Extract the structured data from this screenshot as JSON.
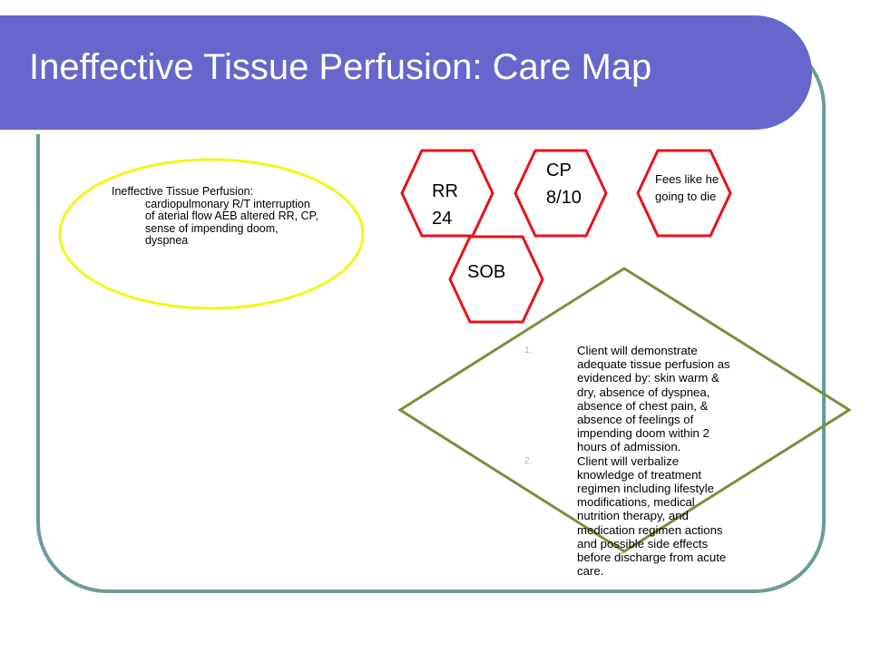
{
  "title": "Ineffective Tissue Perfusion: Care Map",
  "diagnosis": {
    "line1": "Ineffective Tissue Perfusion:",
    "rest": "cardiopulmonary R/T interruption of aterial flow AEB altered RR, CP, sense of impending doom, dyspnea"
  },
  "symptoms": {
    "rr": "RR 24",
    "cp": "CP 8/10",
    "feeling": "Fees like he going to die",
    "sob": "SOB"
  },
  "outcomes": [
    {
      "number": "1.",
      "text": "Client will demonstrate adequate tissue perfusion as evidenced by: skin warm & dry, absence of dyspnea, absence of chest pain, & absence of feelings of impending doom within 2 hours of admission."
    },
    {
      "number": "2.",
      "text": "Client will verbalize knowledge of treatment regimen including lifestyle modifications, medical nutrition therapy, and medication regimen actions and possible side effects before discharge from acute care."
    }
  ],
  "colors": {
    "title_bar": "#6666cc",
    "frame": "#6c9b9b",
    "diagnosis_ellipse": "#f5f51a",
    "symptom_hexagon": "#e8121a",
    "outcome_diamond": "#76923c"
  }
}
